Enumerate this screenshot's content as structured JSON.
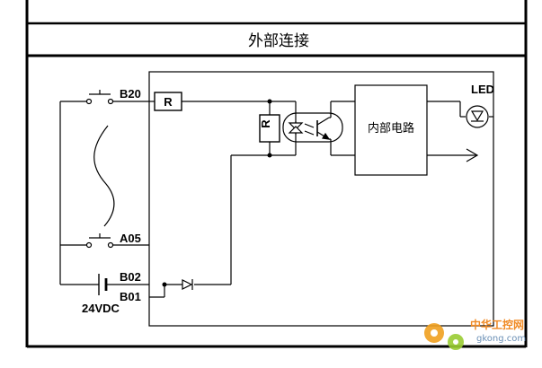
{
  "header": {
    "title": "外部连接"
  },
  "terminals": {
    "b20": "B20",
    "a05": "A05",
    "b02": "B02",
    "b01": "B01"
  },
  "supply": {
    "label": "24VDC"
  },
  "components": {
    "resistor_series": "R",
    "resistor_shunt": "R",
    "led_label": "LED",
    "internal_circuit": "内部电路"
  },
  "watermark": {
    "brand": "中华工控网",
    "url": "gkong.com"
  }
}
